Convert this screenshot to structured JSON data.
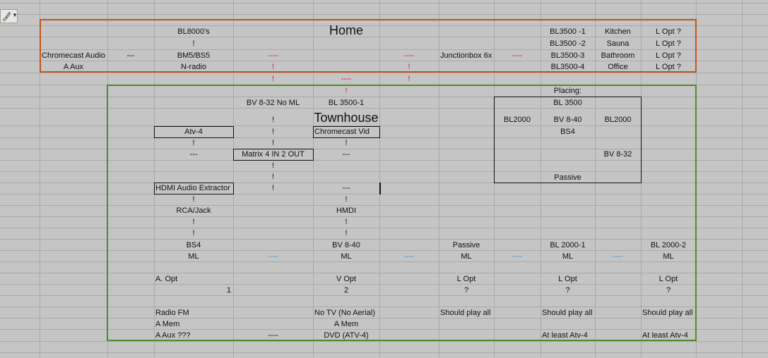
{
  "toolbar": {
    "paste_options_icon": "paintbrush-icon",
    "dropdown_icon": "chevron-down-icon"
  },
  "home_section": {
    "title": "Home",
    "bl8000_label": "BL8000's",
    "bl8000_sep": "!",
    "chromecast_audio": "Chromecast Audio",
    "chromecast_sep": "---",
    "bm5_bs5": "BM5/BS5",
    "red_dash_1": "----",
    "red_dash_2": "----",
    "junctionbox": "Junctionbox 6x",
    "red_dash_3": "----",
    "a_aux": "A Aux",
    "n_radio": "N-radio",
    "red_bang_1": "!",
    "red_bang_2": "!",
    "rooms": [
      {
        "speaker": "BL3500 -1",
        "room": "Kitchen",
        "opt": "L Opt ?"
      },
      {
        "speaker": "BL3500 -2",
        "room": "Sauna",
        "opt": "L Opt ?"
      },
      {
        "speaker": "BL3500-3",
        "room": "Bathroom",
        "opt": "L Opt ?"
      },
      {
        "speaker": "BL3500-4",
        "room": "Office",
        "opt": "L Opt ?"
      }
    ]
  },
  "links": {
    "red_bang_a": "!",
    "red_dash": "----",
    "red_bang_b": "!",
    "red_bang_c": "!"
  },
  "townhouse": {
    "title": "Townhouse",
    "bv832_noml": "BV 8-32 No ML",
    "bl3500_1": "BL 3500-1",
    "atv4": "Atv-4",
    "chromecast_vid": "Chromecast Vid",
    "matrix": "Matrix 4 IN 2 OUT",
    "hdmi_audio_extractor": "HDMI Audio Extractor",
    "rca_jack": "RCA/Jack",
    "hmdi": "HMDI",
    "bang": "!",
    "dash": "---",
    "blue_dash": "----",
    "placing": {
      "title": "Placing:",
      "bl3500": "BL 3500",
      "bl2000_left": "BL2000",
      "bv840": "BV 8-40",
      "bl2000_right": "BL2000",
      "bs4": "BS4",
      "bv832": "BV 8-32",
      "passive": "Passive"
    },
    "columns": [
      {
        "device": "BS4",
        "type": "ML",
        "opt": "A. Opt",
        "num": "1",
        "n1": "Radio FM",
        "n2": "A Mem",
        "n3": "A Aux ???"
      },
      {
        "device": "BV 8-40",
        "type": "ML",
        "opt": "V Opt",
        "num": "2",
        "n1": "No TV (No Aerial)",
        "n2": "A Mem",
        "n3": "DVD (ATV-4)"
      },
      {
        "device": "Passive",
        "type": "ML",
        "opt": "L Opt",
        "num": "?",
        "n1": "Should play all",
        "n2": "",
        "n3": ""
      },
      {
        "device": "BL 2000-1",
        "type": "ML",
        "opt": "L Opt",
        "num": "?",
        "n1": "Should play all",
        "n2": "",
        "n3": "At least Atv-4"
      },
      {
        "device": "BL 2000-2",
        "type": "ML",
        "opt": "L Opt",
        "num": "?",
        "n1": "Should play all",
        "n2": "",
        "n3": "At least Atv-4"
      }
    ],
    "bottom_dash": "----"
  }
}
